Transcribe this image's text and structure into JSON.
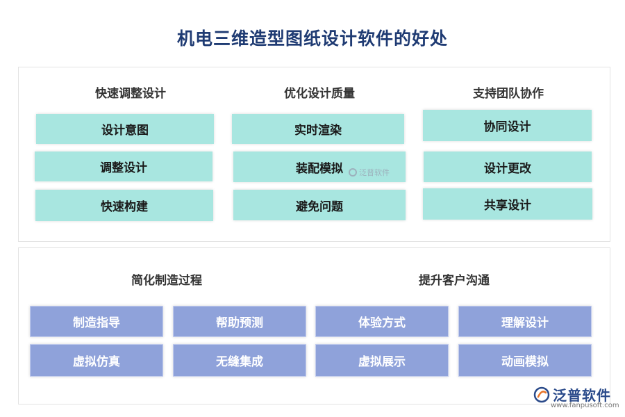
{
  "title": "机电三维造型图纸设计软件的好处",
  "top_columns": [
    {
      "title": "快速调整设计",
      "items": [
        "设计意图",
        "调整设计",
        "快速构建"
      ]
    },
    {
      "title": "优化设计质量",
      "items": [
        "实时渲染",
        "装配模拟",
        "避免问题"
      ]
    },
    {
      "title": "支持团队协作",
      "items": [
        "协同设计",
        "设计更改",
        "共享设计"
      ]
    }
  ],
  "bottom_groups": [
    {
      "title": "简化制造过程",
      "items": [
        "制造指导",
        "帮助预测",
        "虚拟仿真",
        "无缝集成"
      ]
    },
    {
      "title": "提升客户沟通",
      "items": [
        "体验方式",
        "理解设计",
        "虚拟展示",
        "动画模拟"
      ]
    }
  ],
  "watermark": {
    "text": "泛普软件"
  },
  "brand": {
    "name": "泛普软件",
    "url": "www.fanpusoft.com"
  },
  "colors": {
    "teal_box": "#a8e6e0",
    "blue_box": "#8fa2da",
    "title": "#1f3b73"
  }
}
